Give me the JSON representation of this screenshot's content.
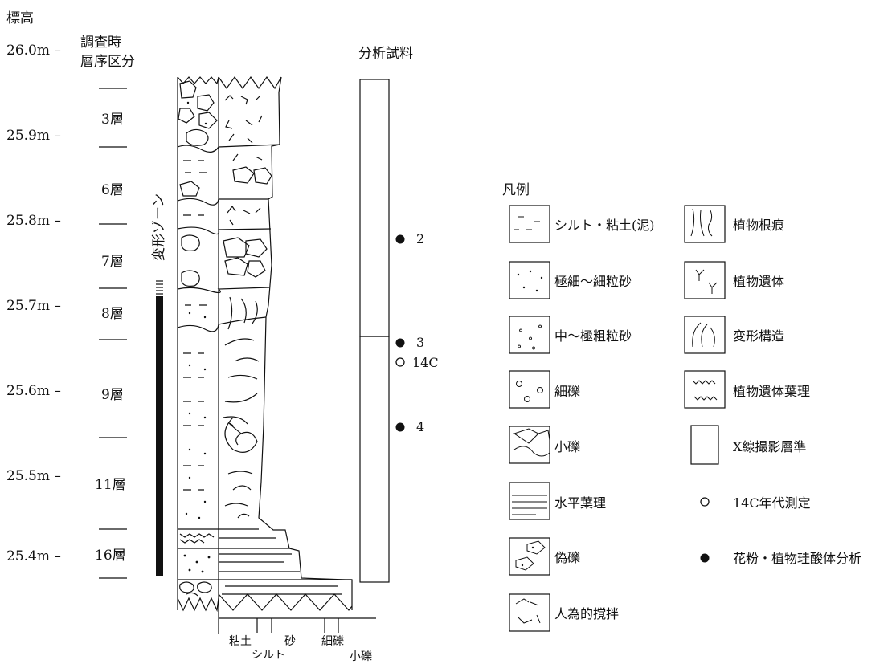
{
  "axis": {
    "title": "標高",
    "ticks": [
      "26.0m –",
      "25.9m –",
      "25.8m –",
      "25.7m –",
      "25.6m –",
      "25.5m –",
      "25.4m –"
    ]
  },
  "layers": {
    "header_line1": "調査時",
    "header_line2": "層序区分",
    "names": [
      "3層",
      "6層",
      "7層",
      "8層",
      "9層",
      "11層",
      "16層"
    ]
  },
  "deformation_zone": "変形ゾーン",
  "samples": {
    "title": "分析試料",
    "labels": [
      "2",
      "3",
      "14C",
      "4"
    ]
  },
  "grain_scale": {
    "labels": [
      "粘土",
      "シルト",
      "砂",
      "細礫",
      "小礫"
    ]
  },
  "legend": {
    "title": "凡例",
    "items": [
      {
        "icon": "silt-clay-pattern",
        "label": "シルト・粘土(泥)"
      },
      {
        "icon": "very-fine-sand-pattern",
        "label": "極細～細粒砂"
      },
      {
        "icon": "medium-coarse-sand-pattern",
        "label": "中～極粗粒砂"
      },
      {
        "icon": "granule-pattern",
        "label": "細礫"
      },
      {
        "icon": "pebble-pattern",
        "label": "小礫"
      },
      {
        "icon": "horizontal-lamination-pattern",
        "label": "水平葉理"
      },
      {
        "icon": "pseudo-gravel-pattern",
        "label": "偽礫"
      },
      {
        "icon": "anthropogenic-disturbance-pattern",
        "label": "人為的撹拌"
      },
      {
        "icon": "root-trace-pattern",
        "label": "植物根痕"
      },
      {
        "icon": "plant-remains-pattern",
        "label": "植物遺体"
      },
      {
        "icon": "deformation-structure-pattern",
        "label": "変形構造"
      },
      {
        "icon": "plant-remains-lamination-pattern",
        "label": "植物遺体葉理"
      },
      {
        "icon": "xray-horizon-box",
        "label": "X線撮影層準"
      },
      {
        "icon": "open-circle",
        "label": "14C年代測定"
      },
      {
        "icon": "filled-circle",
        "label": "花粉・植物珪酸体分析"
      }
    ]
  }
}
